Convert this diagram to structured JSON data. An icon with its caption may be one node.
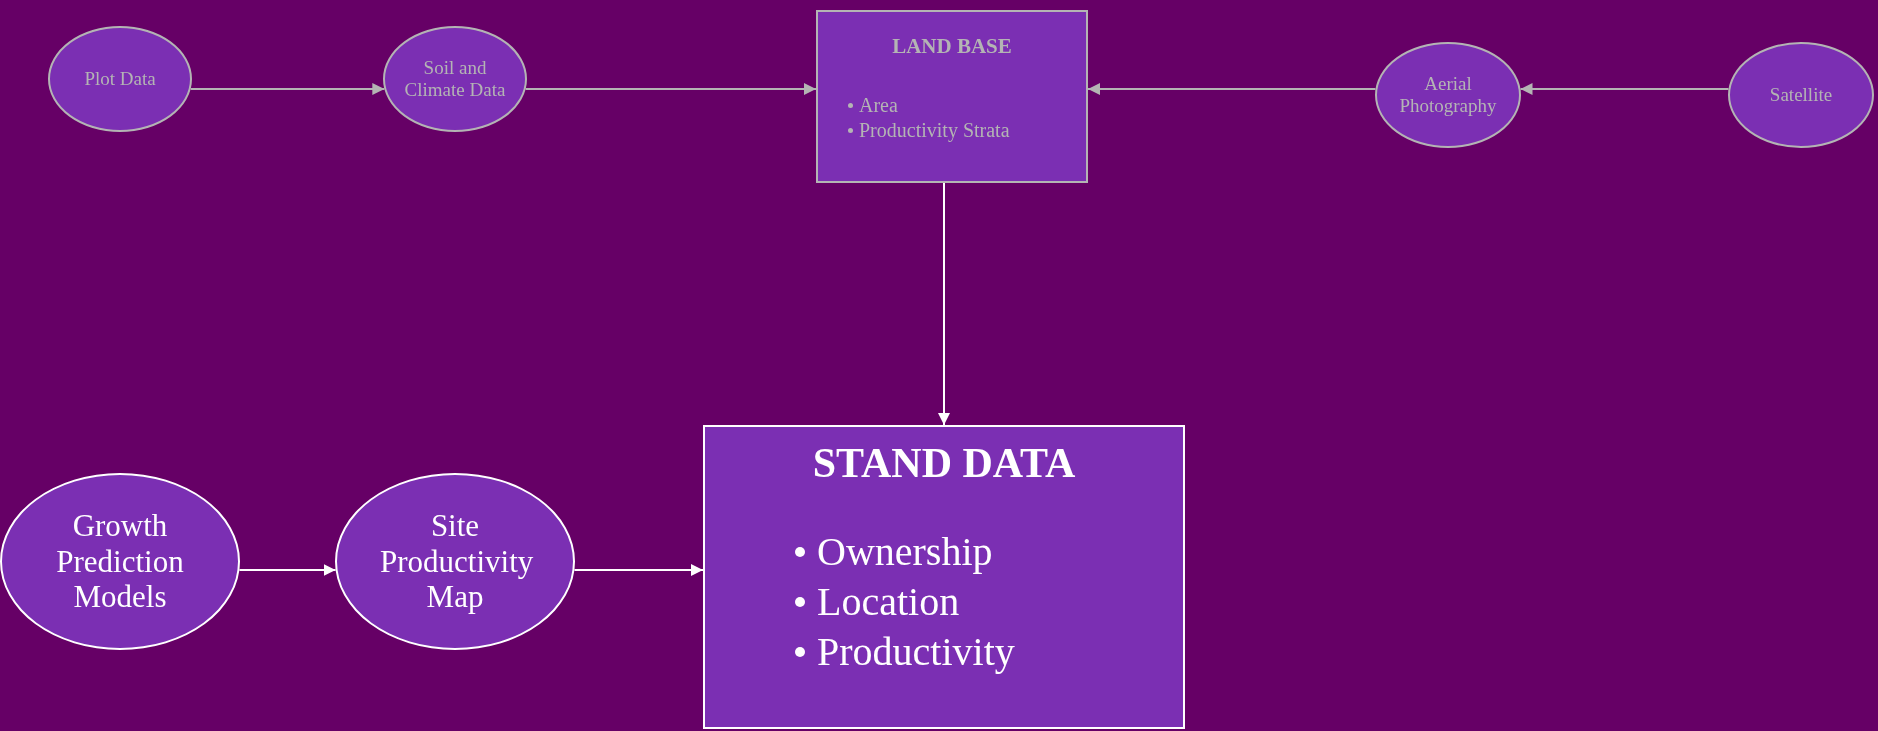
{
  "diagram": {
    "nodes": [
      {
        "text": [
          "Plot Data"
        ]
      },
      {
        "text": [
          "Soil and Climate Data"
        ]
      },
      {
        "text": [
          "LAND BASE",
          "Area",
          "Productivity Strata"
        ]
      },
      {
        "text": [
          "Aerial Photography"
        ]
      },
      {
        "text": [
          "Satellite"
        ]
      },
      {
        "text": [
          "Growth Prediction Models"
        ]
      },
      {
        "text": [
          "Site Productivity Map"
        ]
      },
      {
        "text": [
          "STAND DATA",
          "Ownership",
          "Location",
          "Productivity"
        ]
      }
    ],
    "edges": [
      {
        "from": 0,
        "to": 1,
        "arrow": "to"
      },
      {
        "from": 1,
        "to": 2,
        "arrow": "to"
      },
      {
        "from": 3,
        "to": 2,
        "arrow": "to"
      },
      {
        "from": 4,
        "to": 3,
        "arrow": "to"
      },
      {
        "from": 2,
        "to": 7,
        "arrow": "to",
        "color": "#ffffff"
      },
      {
        "from": 5,
        "to": 6,
        "arrow": "to",
        "color": "#ffffff"
      },
      {
        "from": 6,
        "to": 7,
        "arrow": "to",
        "color": "#ffffff"
      }
    ]
  }
}
